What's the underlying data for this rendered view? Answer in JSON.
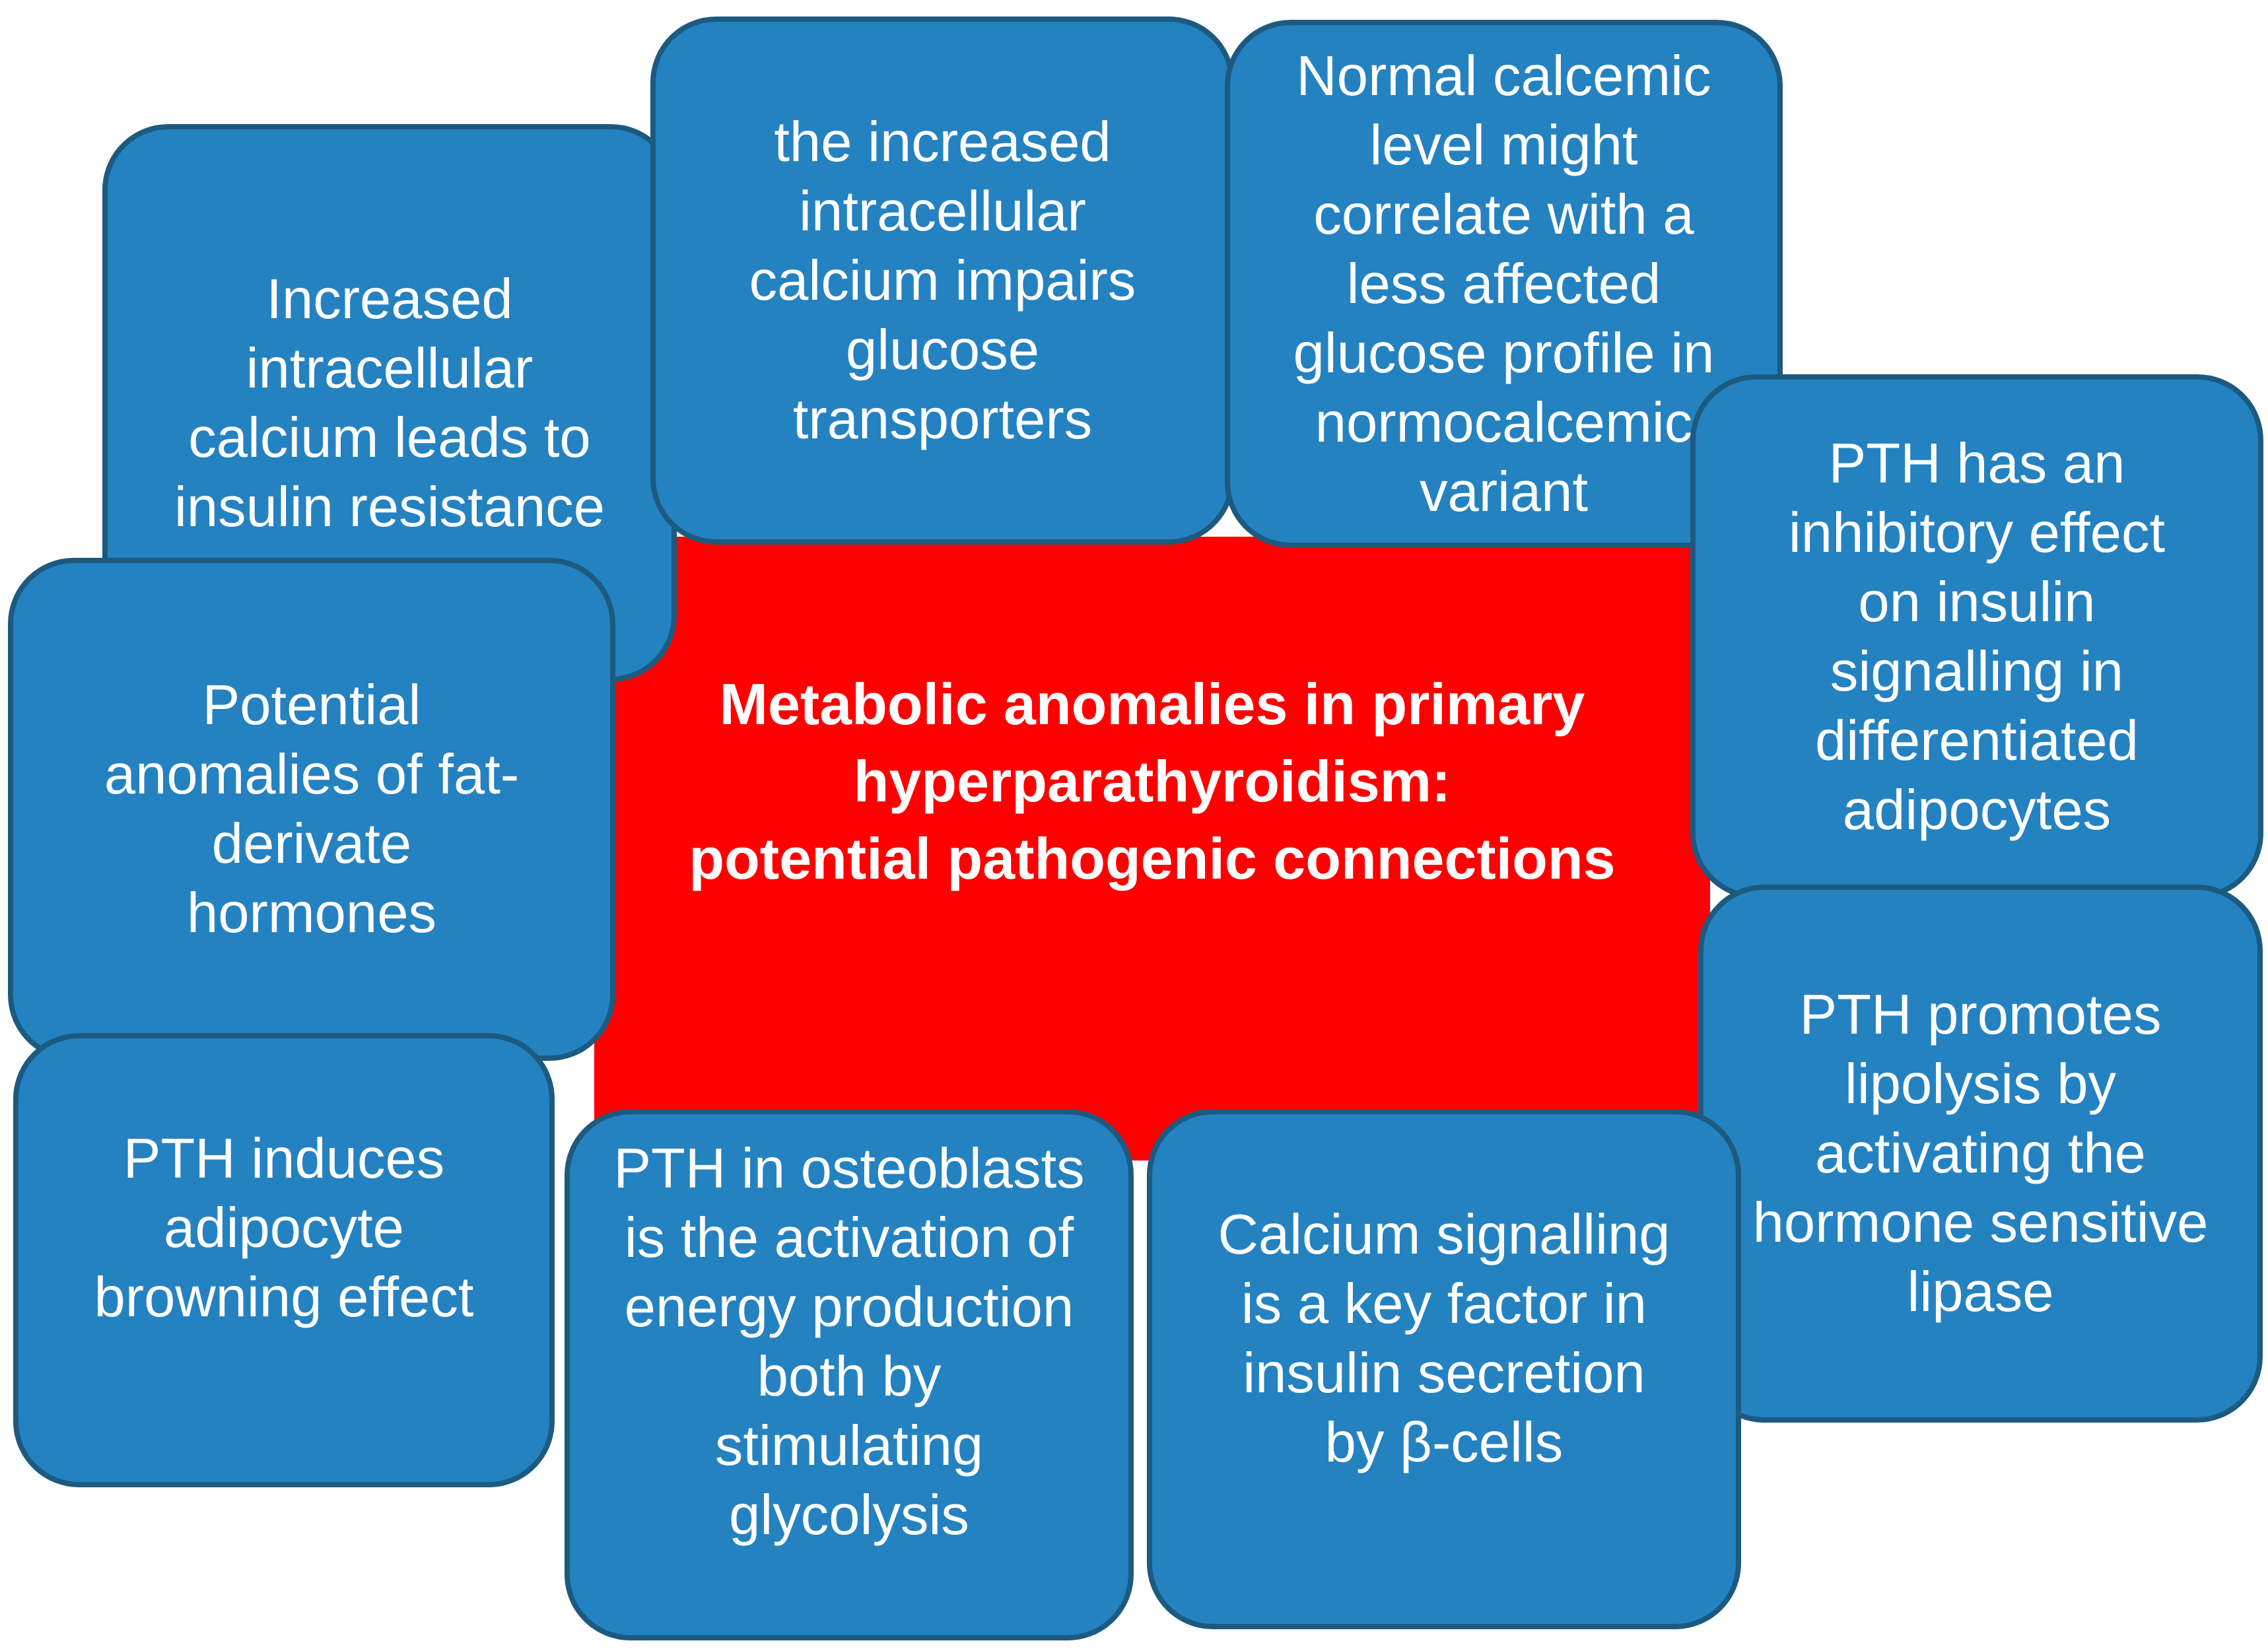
{
  "center_title": {
    "lines": [
      "Metabolic anomalies in primary",
      "hyperparathyroidism:",
      "potential pathogenic connections"
    ]
  },
  "boxes": [
    {
      "id": "increased-intracellular-calcium",
      "lines": [
        "Increased",
        "intracellular",
        "calcium leads to",
        "insulin resistance"
      ]
    },
    {
      "id": "calcium-impairs-glucose-transporters",
      "lines": [
        "the increased",
        "intracellular",
        "calcium impairs",
        "glucose",
        "transporters"
      ]
    },
    {
      "id": "normal-calcemic-level",
      "lines": [
        "Normal calcemic",
        "level might",
        "correlate with a",
        "less affected",
        "glucose profile in",
        "normocalcemic",
        "variant"
      ]
    },
    {
      "id": "pth-inhibitory-effect",
      "lines": [
        "PTH has an",
        "inhibitory effect",
        "on insulin",
        "signalling in",
        "differentiated",
        "adipocytes"
      ]
    },
    {
      "id": "pth-promotes-lipolysis",
      "lines": [
        "PTH promotes",
        "lipolysis by",
        "activating the",
        "hormone sensitive",
        "lipase"
      ]
    },
    {
      "id": "potential-anomalies-fat-hormones",
      "lines": [
        "Potential",
        "anomalies of fat-",
        "derivate",
        "hormones"
      ]
    },
    {
      "id": "pth-induces-adipocyte-browning",
      "lines": [
        "PTH induces",
        "adipocyte",
        "browning effect"
      ]
    },
    {
      "id": "pth-in-osteoblasts",
      "lines": [
        "PTH in osteoblasts",
        "is the activation of",
        "energy production",
        "both by",
        "stimulating",
        "glycolysis"
      ]
    },
    {
      "id": "calcium-signalling-insulin-secretion",
      "lines": [
        "Calcium signalling",
        "is a key factor in",
        "insulin secretion",
        "by β-cells"
      ]
    }
  ],
  "colors": {
    "page_bg": "#FFFFFF",
    "node_fill": "#2482C1",
    "node_border": "#1C5A80",
    "node_text": "#FFFFFF",
    "center_fill": "#FF0000",
    "title_text": "#FFFFFF"
  }
}
